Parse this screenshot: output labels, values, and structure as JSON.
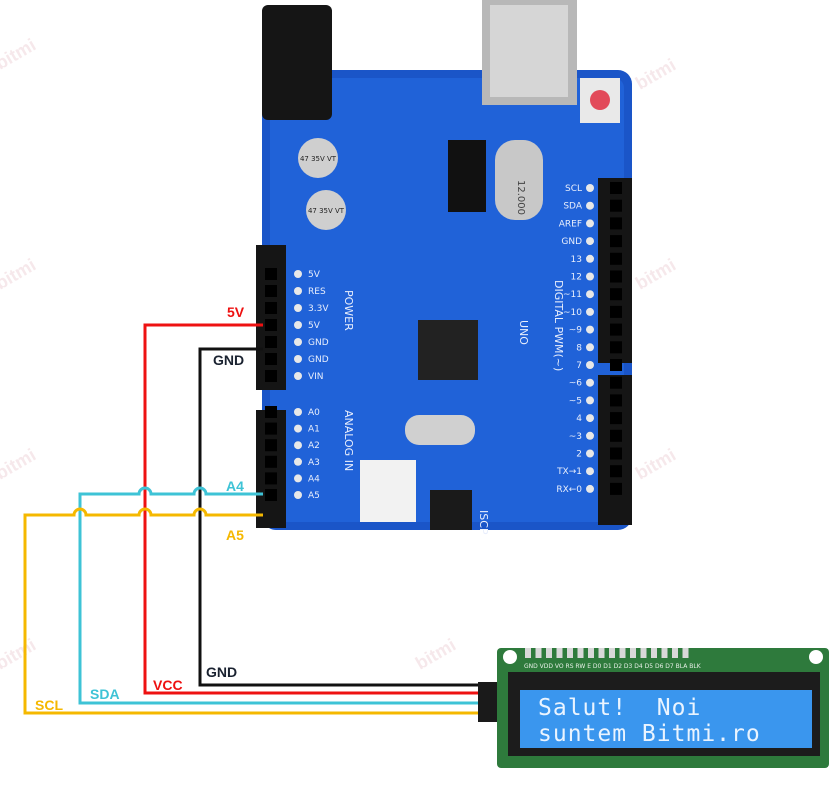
{
  "watermark": "bitmi",
  "arduino": {
    "model": "UNO",
    "power_header_title": "POWER",
    "analog_header_title": "ANALOG IN",
    "digital_header_title": "DIGITAL PWM(~)",
    "power_pins": [
      "5V",
      "RES",
      "3.3V",
      "5V",
      "GND",
      "GND",
      "VIN"
    ],
    "analog_pins": [
      "A0",
      "A1",
      "A2",
      "A3",
      "A4",
      "A5"
    ],
    "digital_pins": [
      "SCL",
      "SDA",
      "AREF",
      "GND",
      "13",
      "12",
      "~11",
      "~10",
      "~9",
      "8",
      "7",
      "~6",
      "~5",
      "4",
      "~3",
      "2",
      "TX→1",
      "RX←0"
    ],
    "crystal": "12.000",
    "cap_label": "47 35V VT",
    "icsp": "ISCP"
  },
  "wires": {
    "vcc": {
      "board_label": "5V",
      "lcd_label": "VCC",
      "color": "#ee1111"
    },
    "gnd": {
      "board_label": "GND",
      "lcd_label": "GND",
      "color": "#111111"
    },
    "sda": {
      "board_label": "A4",
      "lcd_label": "SDA",
      "color": "#3ec3d6"
    },
    "scl": {
      "board_label": "A5",
      "lcd_label": "SCL",
      "color": "#f5b800"
    }
  },
  "lcd": {
    "pin_labels": "GND VDD VO RS RW E D0 D1 D2 D3 D4 D5 D6 D7 BLA BLK",
    "line1": "Salut!  Noi",
    "line2": "suntem Bitmi.ro"
  }
}
